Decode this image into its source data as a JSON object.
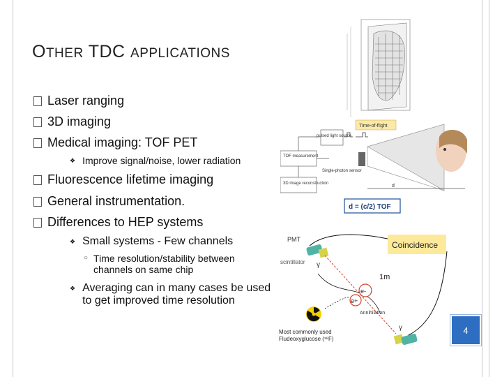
{
  "slide": {
    "title_first": "O",
    "title_rest": "THER",
    "title_tdc": "TDC",
    "title_apps": "APPLICATIONS",
    "bullets": [
      "Laser ranging",
      "3D imaging",
      "Medical imaging: TOF PET",
      "Fluorescence lifetime imaging",
      "General instrumentation.",
      "Differences to HEP systems"
    ],
    "sub_pet": "Improve signal/noise, lower radiation",
    "sub_hep_1": "Small systems - Few channels",
    "sub_hep_1a": "Time resolution/stability between channels on same chip",
    "sub_hep_2": "Averaging can in many cases be used to get improved time resolution",
    "page_number": "4"
  },
  "tof_figure": {
    "time_of_flight": "Time-of-flight",
    "pulsed_source": "pulsed light source",
    "tof_measurement": "TOF measurement",
    "photon_sensor": "Single-photon sensor",
    "reconstruction": "3D image reconstruction",
    "d_label": "d",
    "formula": "d = (c/2) TOF"
  },
  "pet_figure": {
    "pmt": "PMT",
    "scintillator": "scintillator",
    "gamma": "γ",
    "coincidence": "Coincidence",
    "distance": "1m",
    "electron": "e-",
    "positron": "e+",
    "annihilation": "Annihilation",
    "tracer_1": "Most commonly used",
    "tracer_2": "Fludeoxyglucose (¹⁸F)"
  },
  "colors": {
    "page_badge": "#2d6ec2",
    "coincidence_box": "#fde99a",
    "formula_border": "#1d4f9a",
    "crystal": "#d6d24a",
    "pmt": "#4fb3a6"
  }
}
